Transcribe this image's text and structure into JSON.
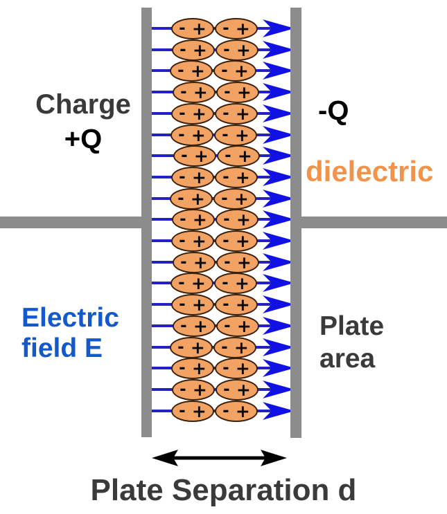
{
  "labels": {
    "charge_line1": "Charge",
    "charge_line2": "+Q",
    "neg_charge": "-Q",
    "dielectric": "dielectric",
    "efield_line1": "Electric",
    "efield_line2": "field E",
    "plate_area_line1": "Plate",
    "plate_area_line2": "area",
    "plate_separation": "Plate Separation d"
  },
  "dipole": {
    "minus": "-",
    "plus": "+"
  },
  "field": {
    "rows": 19,
    "columns_of_dipoles": 2
  },
  "colors": {
    "plate_gray": "#8C8C8C",
    "label_gray": "#3A3A3A",
    "field_line_blue": "#2323C4",
    "arrow_blue": "#1111E6",
    "dipole_fill": "#F2A263",
    "dipole_border": "#3A2008",
    "dielectric_text": "#F2934C",
    "efield_text": "#1459CB",
    "separation_arrow_black": "#000000"
  }
}
